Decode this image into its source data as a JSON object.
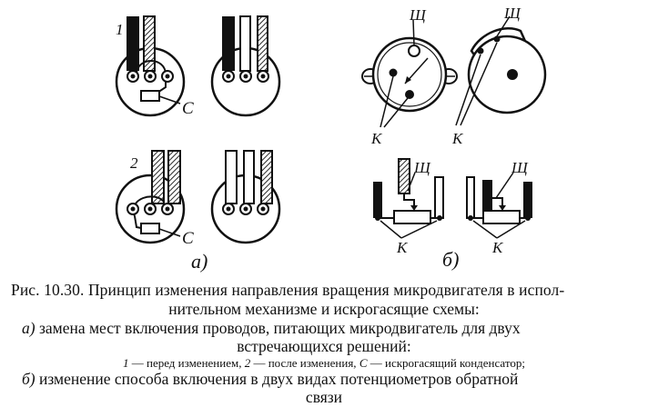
{
  "labels": {
    "one": "1",
    "two": "2",
    "c": "С",
    "part_a": "а)",
    "part_b": "б)",
    "shch": "Щ",
    "k": "К"
  },
  "caption": {
    "line1": "Рис. 10.30. Принцип изменения направления вращения микродвигателя в испол-",
    "line2": "нительном механизме и искрогасящие схемы:",
    "line3_letter": "а)",
    "line3": " замена мест включения проводов, питающих микродвигатель  для двух",
    "line4": "встречающихся решений:",
    "line5_n1": "1",
    "line5_a": " — перед изменением, ",
    "line5_n2": "2",
    "line5_b": " — после изменения, ",
    "line5_c": "С",
    "line5_d": " — искрогасящий конденсатор;",
    "line6_letter": "б)",
    "line6": " изменение способа включения в двух видах  потенциометров обратной",
    "line7": "связи"
  }
}
